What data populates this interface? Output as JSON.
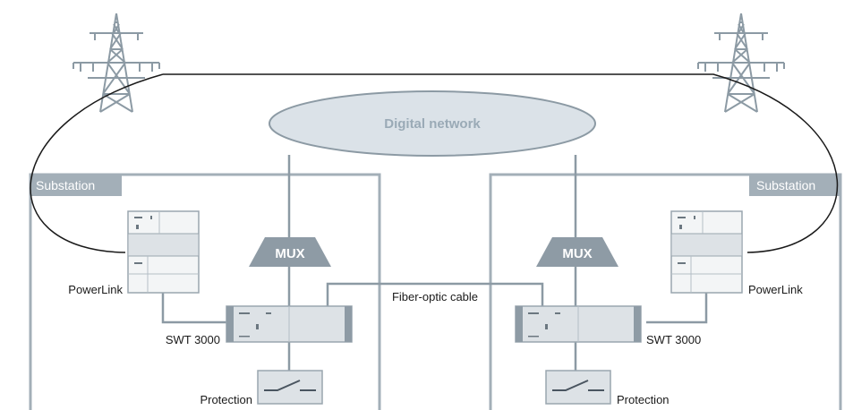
{
  "network": {
    "label": "Digital network"
  },
  "substations": [
    {
      "label": "Substation",
      "mux": "MUX",
      "powerlink": "PowerLink",
      "swt": "SWT 3000",
      "protection": "Protection"
    },
    {
      "label": "Substation",
      "mux": "MUX",
      "powerlink": "PowerLink",
      "swt": "SWT 3000",
      "protection": "Protection"
    }
  ],
  "fiber": {
    "label": "Fiber-optic cable"
  },
  "colors": {
    "box_border": "#a3afb8",
    "device_fill": "#dde2e6",
    "device_border": "#9aa6af",
    "header_fill": "#a3afb8",
    "mux_fill": "#8e9ba5",
    "network_fill": "#dbe2e8",
    "line": "#1a1a1a",
    "link": "#8c9aa4"
  }
}
